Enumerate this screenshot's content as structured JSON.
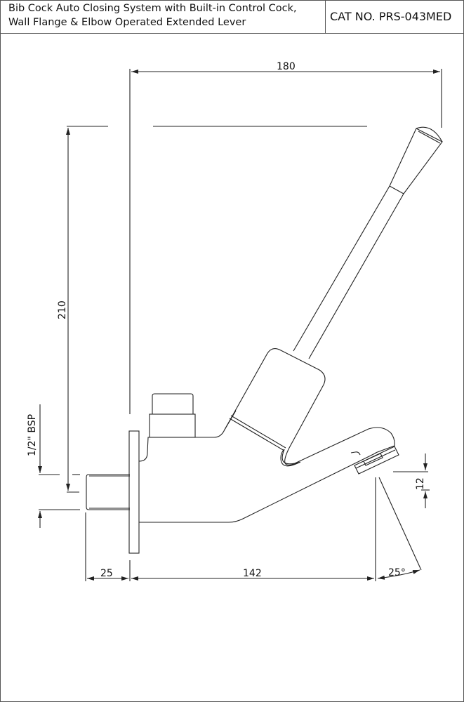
{
  "header": {
    "title_line1": "Bib Cock Auto Closing System with Built-in Control Cock,",
    "title_line2": "Wall Flange & Elbow Operated Extended Lever",
    "cat_no": "CAT NO. PRS-043MED"
  },
  "drawing": {
    "subject": "elbow-operated bib cock side elevation",
    "stroke_color": "#222222",
    "dimensions": {
      "overall_width": "180",
      "overall_height": "210",
      "thread": "1/2\" BSP",
      "wall_to_flange": "25",
      "flange_to_outlet": "142",
      "aerator_height": "12",
      "spray_angle": "25°"
    }
  }
}
